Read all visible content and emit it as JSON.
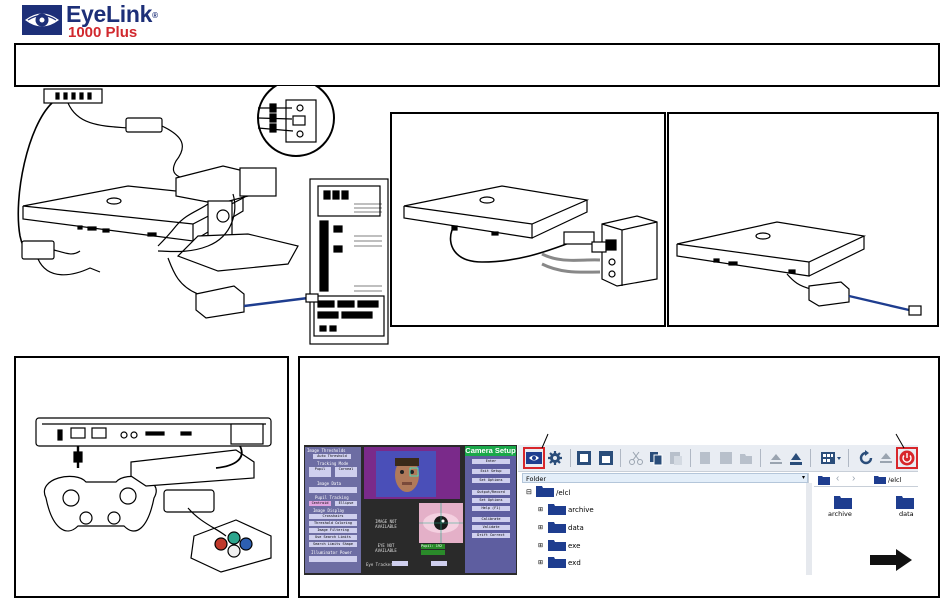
{
  "brand": {
    "name": "EyeLink",
    "trademark": "®",
    "model": "1000 Plus",
    "name_color": "#1d2f78",
    "model_color": "#d1282e"
  },
  "camera_setup": {
    "title": "Camera Setup",
    "title_bar_color": "#1aa84a",
    "left_labels": [
      "Image Thresholds",
      "Tracking Mode",
      "Image Data",
      "Pupil Tracking",
      "Image Display",
      "Illuminator Power"
    ],
    "left_buttons": [
      "Auto Threshold",
      "Pupil",
      "Corneal",
      "Centroid",
      "Ellipse",
      "Crosshairs",
      "Threshold Coloring",
      "Image Filtering",
      "Use Search Limits",
      "Search Limits Shape"
    ],
    "right_buttons": [
      "Enter",
      "Output/Record",
      "Calibrate",
      "Validate",
      "Drift Correct",
      "Set Options",
      "Help (F1)",
      "Exit Setup"
    ],
    "center_labels": [
      "IMAGE NOT AVAILABLE",
      "EYE NOT AVAILABLE"
    ],
    "pupil_label": "Pupil: 192",
    "eye_tracker_label": "Eye Tracker:",
    "menu_bg": "#9a9ad8",
    "bg": "#2a2a2a"
  },
  "file_manager": {
    "folder_header": "Folder",
    "root_path": "/elcl",
    "tree_items": [
      "archive",
      "data",
      "exe",
      "exd"
    ],
    "right_path": "/elcl",
    "icon_items": [
      "archive",
      "data"
    ],
    "highlight_color": "#d8262b",
    "folder_color": "#1e3d8f"
  },
  "icons": [
    "eye-logo-icon",
    "camera-setup-icon",
    "gear-icon",
    "power-icon",
    "arrow-right-icon",
    "folder-icon"
  ]
}
